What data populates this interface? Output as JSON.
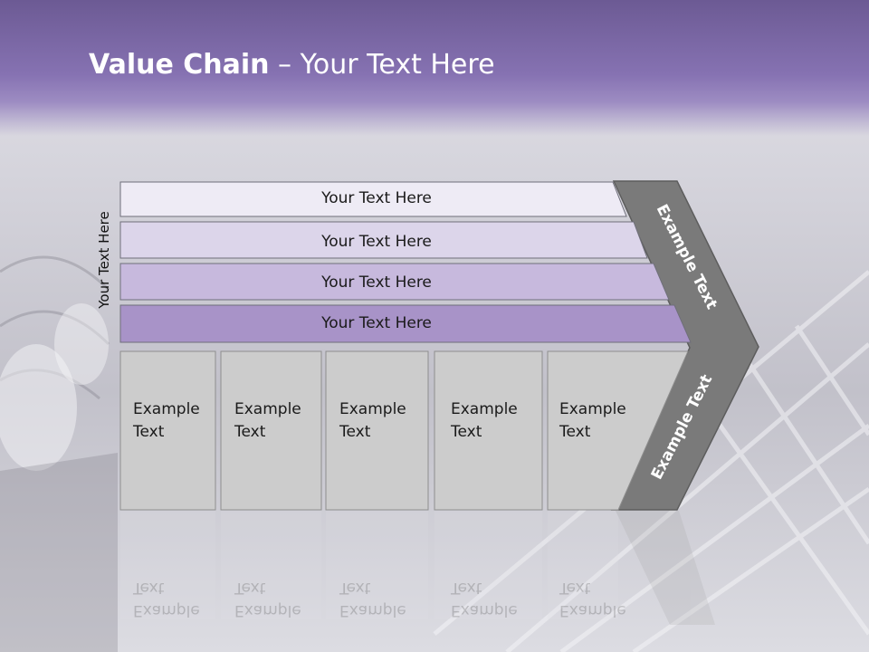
{
  "slide": {
    "title_bold": "Value Chain",
    "title_rest": " – Your Text Here",
    "side_label": "Your Text Here"
  },
  "rows": [
    {
      "label": "Your Text Here",
      "color": "#eeebf5"
    },
    {
      "label": "Your Text Here",
      "color": "#dcd5ea"
    },
    {
      "label": "Your Text Here",
      "color": "#c7b9dd"
    },
    {
      "label": "Your Text Here",
      "color": "#a893c8"
    }
  ],
  "columns": [
    {
      "line1": "Example",
      "line2": "Text"
    },
    {
      "line1": "Example",
      "line2": "Text"
    },
    {
      "line1": "Example",
      "line2": "Text"
    },
    {
      "line1": "Example",
      "line2": "Text"
    },
    {
      "line1": "Example",
      "line2": "Text"
    }
  ],
  "chevron": {
    "top_label": "Example Text",
    "bottom_label": "Example Text",
    "color": "#7a7a7a"
  },
  "colors": {
    "band": "#8672b2",
    "cell_fill": "#cccccc"
  }
}
